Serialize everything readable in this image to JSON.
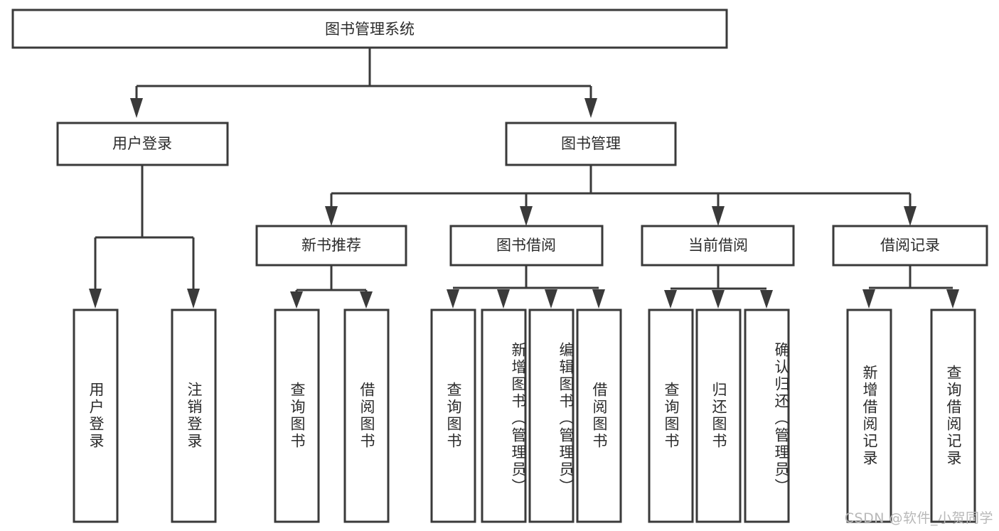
{
  "diagram": {
    "title": "图书管理系统",
    "type": "hierarchy-tree",
    "root": {
      "label": "图书管理系统",
      "orientation": "horizontal"
    },
    "level2": [
      {
        "label": "用户登录",
        "orientation": "horizontal"
      },
      {
        "label": "图书管理",
        "orientation": "horizontal"
      }
    ],
    "level3": [
      {
        "label": "新书推荐",
        "orientation": "horizontal"
      },
      {
        "label": "图书借阅",
        "orientation": "horizontal"
      },
      {
        "label": "当前借阅",
        "orientation": "horizontal"
      },
      {
        "label": "借阅记录",
        "orientation": "horizontal"
      }
    ],
    "leaves": {
      "user_login": [
        {
          "label": "用户登录",
          "orientation": "vertical"
        },
        {
          "label": "注销登录",
          "orientation": "vertical"
        }
      ],
      "new_book_recommend": [
        {
          "label": "查询图书",
          "orientation": "vertical"
        },
        {
          "label": "借阅图书",
          "orientation": "vertical"
        }
      ],
      "book_borrow": [
        {
          "label": "查询图书",
          "orientation": "vertical"
        },
        {
          "label": "新增图书（管理员）",
          "orientation": "vertical"
        },
        {
          "label": "编辑图书（管理员）",
          "orientation": "vertical"
        },
        {
          "label": "借阅图书",
          "orientation": "vertical"
        }
      ],
      "current_borrow": [
        {
          "label": "查询图书",
          "orientation": "vertical"
        },
        {
          "label": "归还图书",
          "orientation": "vertical"
        },
        {
          "label": "确认归还（管理员）",
          "orientation": "vertical"
        }
      ],
      "borrow_record": [
        {
          "label": "新增借阅记录",
          "orientation": "vertical"
        },
        {
          "label": "查询借阅记录",
          "orientation": "vertical"
        }
      ]
    },
    "colors": {
      "stroke": "#3a3a3a",
      "fill": "#ffffff",
      "text": "#2b2b2b",
      "watermark": "#b8b8b8",
      "background": "#ffffff"
    }
  },
  "watermark": {
    "text": "CSDN @软件_小贺同学"
  }
}
